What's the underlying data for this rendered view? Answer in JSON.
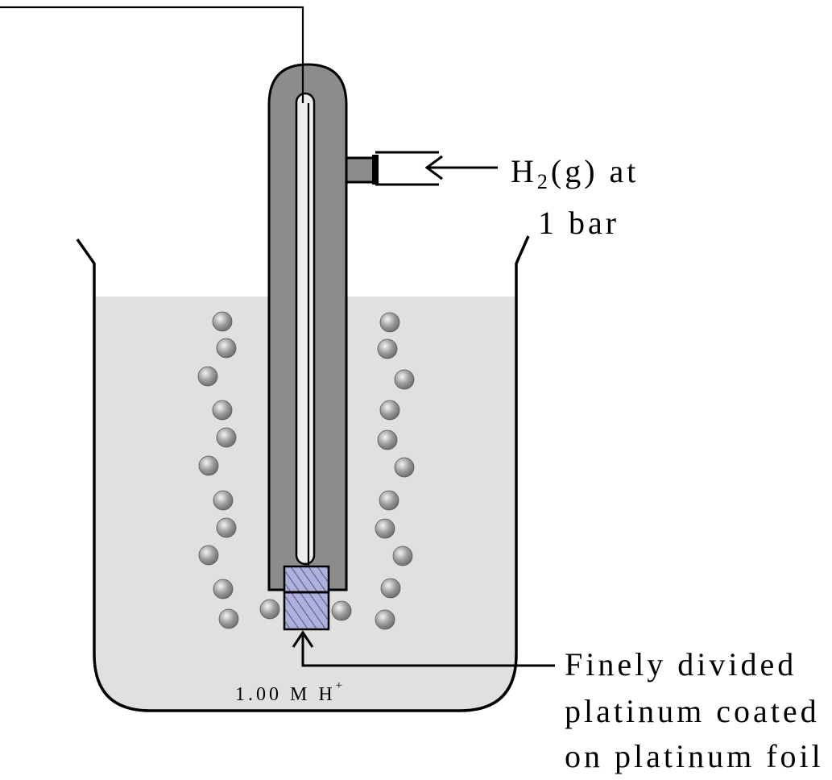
{
  "labels": {
    "h2_prefix": "H",
    "h2_sub": "2",
    "h2_suffix": "(g) at",
    "pressure": "1 bar",
    "conc_value": "1.00 M H",
    "conc_sup": "+",
    "pt_line1": "Finely divided",
    "pt_line2": "platinum coated",
    "pt_line3": "on platinum foil"
  },
  "colors": {
    "solution": "#e0e0e0",
    "tube": "#8c8c8c",
    "foil": "#aeb0e0",
    "bubble": "#8a8a8a",
    "line": "#000000"
  }
}
